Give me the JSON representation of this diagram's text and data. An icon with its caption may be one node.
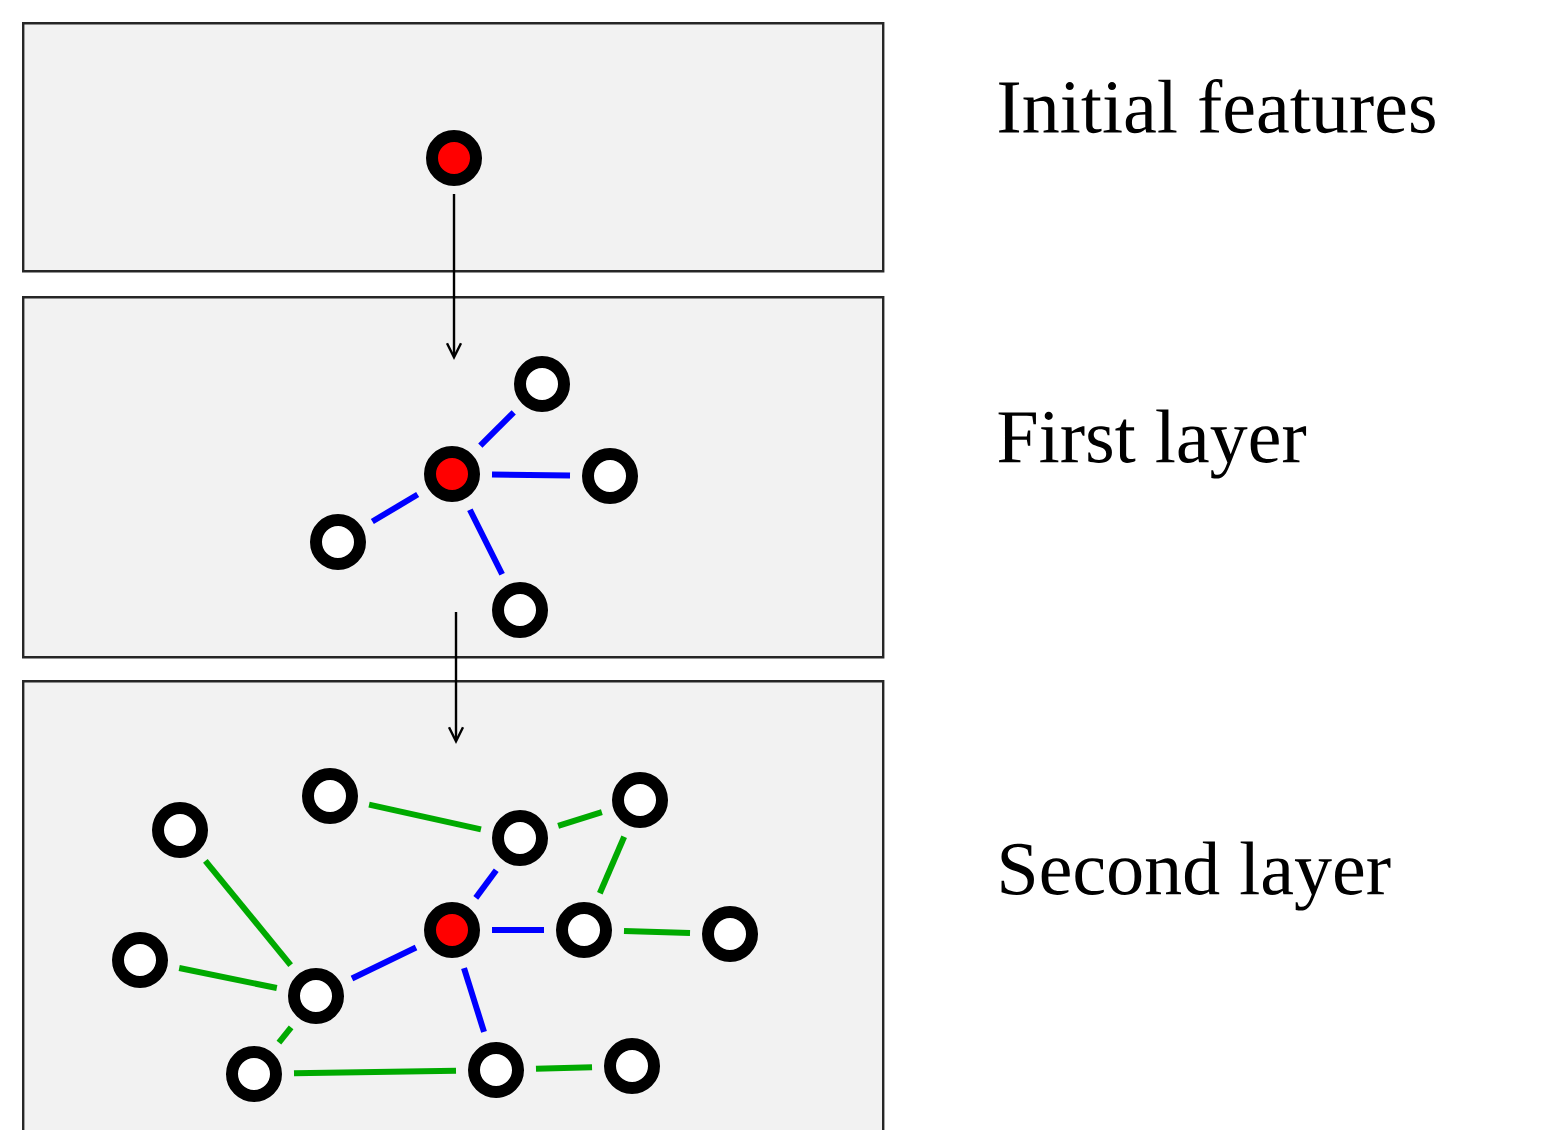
{
  "diagram": {
    "nodes": [
      {
        "text": [
          "Initial features"
        ]
      },
      {
        "text": [],
        "shape": "circle",
        "in": 0
      },
      {
        "text": [
          "First layer"
        ]
      },
      {
        "text": [],
        "shape": "circle",
        "in": 2
      },
      {
        "text": [],
        "shape": "circle",
        "in": 2
      },
      {
        "text": [],
        "shape": "circle",
        "in": 2
      },
      {
        "text": [],
        "shape": "circle",
        "in": 2
      },
      {
        "text": [],
        "shape": "circle",
        "in": 2
      },
      {
        "text": [
          "Second layer"
        ]
      },
      {
        "text": [],
        "shape": "circle",
        "in": 8
      },
      {
        "text": [],
        "shape": "circle",
        "in": 8
      },
      {
        "text": [],
        "shape": "circle",
        "in": 8
      },
      {
        "text": [],
        "shape": "circle",
        "in": 8
      },
      {
        "text": [],
        "shape": "circle",
        "in": 8
      },
      {
        "text": [],
        "shape": "circle",
        "in": 8
      },
      {
        "text": [],
        "shape": "circle",
        "in": 8
      },
      {
        "text": [],
        "shape": "circle",
        "in": 8
      },
      {
        "text": [],
        "shape": "circle",
        "in": 8
      },
      {
        "text": [],
        "shape": "circle",
        "in": 8
      },
      {
        "text": [],
        "shape": "circle",
        "in": 8
      },
      {
        "text": [],
        "shape": "circle",
        "in": 8
      }
    ],
    "edges": [
      {
        "from": 1,
        "to": 2,
        "arrow": "to",
        "color": "#000000"
      },
      {
        "from": 2,
        "to": 8,
        "arrow": "to",
        "color": "#000000"
      },
      {
        "from": 3,
        "to": 4,
        "arrow": "none",
        "color": "#0000ff"
      },
      {
        "from": 3,
        "to": 5,
        "arrow": "none",
        "color": "#0000ff"
      },
      {
        "from": 3,
        "to": 6,
        "arrow": "none",
        "color": "#0000ff"
      },
      {
        "from": 3,
        "to": 7,
        "arrow": "none",
        "color": "#0000ff"
      },
      {
        "from": 9,
        "to": 13,
        "arrow": "none",
        "color": "#0000ff"
      },
      {
        "from": 9,
        "to": 14,
        "arrow": "none",
        "color": "#0000ff"
      },
      {
        "from": 9,
        "to": 17,
        "arrow": "none",
        "color": "#0000ff"
      },
      {
        "from": 9,
        "to": 19,
        "arrow": "none",
        "color": "#0000ff"
      },
      {
        "from": 10,
        "to": 13,
        "arrow": "none",
        "color": "#00aa00"
      },
      {
        "from": 13,
        "to": 11,
        "arrow": "none",
        "color": "#00aa00"
      },
      {
        "from": 11,
        "to": 14,
        "arrow": "none",
        "color": "#00aa00"
      },
      {
        "from": 14,
        "to": 15,
        "arrow": "none",
        "color": "#00aa00"
      },
      {
        "from": 12,
        "to": 17,
        "arrow": "none",
        "color": "#00aa00"
      },
      {
        "from": 16,
        "to": 17,
        "arrow": "none",
        "color": "#00aa00"
      },
      {
        "from": 17,
        "to": 20,
        "arrow": "none",
        "color": "#00aa00"
      },
      {
        "from": 20,
        "to": 19,
        "arrow": "none",
        "color": "#00aa00"
      },
      {
        "from": 19,
        "to": 18,
        "arrow": "none",
        "color": "#00aa00"
      }
    ]
  }
}
